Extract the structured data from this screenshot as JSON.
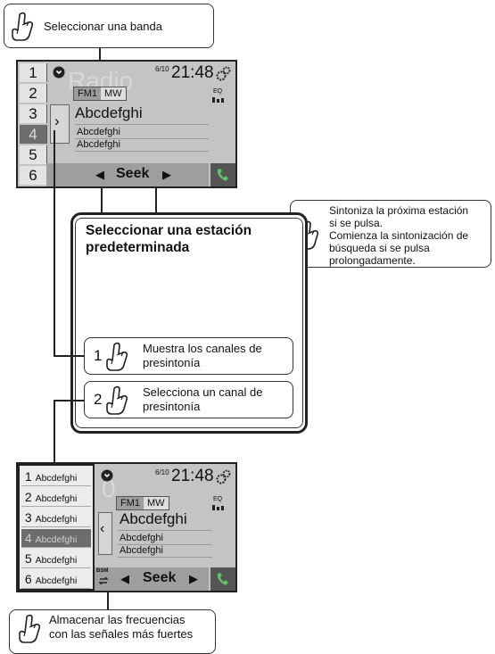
{
  "callouts": {
    "band": "Seleccionar una banda",
    "seek_line1": "Sintoniza la próxima estación",
    "seek_line2": "si se pulsa.",
    "seek_line3": "Comienza la sintonización de",
    "seek_line4": "búsqueda si se pulsa",
    "seek_line5": "prolongadamente.",
    "store_line1": "Almacenar las frecuencias",
    "store_line2": "con las señales más fuertes"
  },
  "group": {
    "title_line1": "Seleccionar una estación",
    "title_line2": "predeterminada",
    "steps": [
      {
        "num": "1",
        "line1": "Muestra los canales de",
        "line2": "presintonía"
      },
      {
        "num": "2",
        "line1": "Selecciona un canal de",
        "line2": "presintonía"
      }
    ]
  },
  "screen1": {
    "watermark": "Radio",
    "presets": [
      "1",
      "2",
      "3",
      "4",
      "5",
      "6"
    ],
    "selected_preset": "4",
    "date": "6/10",
    "time": "21:48",
    "bands": [
      "FM1",
      "MW"
    ],
    "active_band": "FM1",
    "eq_label": "EQ",
    "station": "Abcdefghi",
    "info1": "Abcdefghi",
    "info2": "Abcdefghi",
    "tab_arrow": "›",
    "seek_label": "Seek",
    "seek_prev": "◀",
    "seek_next": "▶"
  },
  "screen2": {
    "watermark": "0",
    "presets": [
      {
        "num": "1",
        "name": "Abcdefghi"
      },
      {
        "num": "2",
        "name": "Abcdefghi"
      },
      {
        "num": "3",
        "name": "Abcdefghi"
      },
      {
        "num": "4",
        "name": "Abcdefghi"
      },
      {
        "num": "5",
        "name": "Abcdefghi"
      },
      {
        "num": "6",
        "name": "Abcdefghi"
      }
    ],
    "selected_preset": "4",
    "date": "6/10",
    "time": "21:48",
    "bands": [
      "FM1",
      "MW"
    ],
    "active_band": "FM1",
    "eq_label": "EQ",
    "station": "Abcdefghi",
    "info1": "Abcdefghi",
    "info2": "Abcdefghi",
    "tab_arrow": "‹",
    "bsm_label": "BSM",
    "seek_label": "Seek",
    "seek_prev": "◀",
    "seek_next": "▶"
  },
  "icons": [
    "hand-touch-icon",
    "gear-icon",
    "eq-icon",
    "phone-icon",
    "bsm-icon",
    "close-circle-icon"
  ],
  "colors": {
    "screen_bg": "#c4c4c4",
    "selected_preset": "#6d6d6d",
    "seek_bar": "#9e9e9e"
  }
}
